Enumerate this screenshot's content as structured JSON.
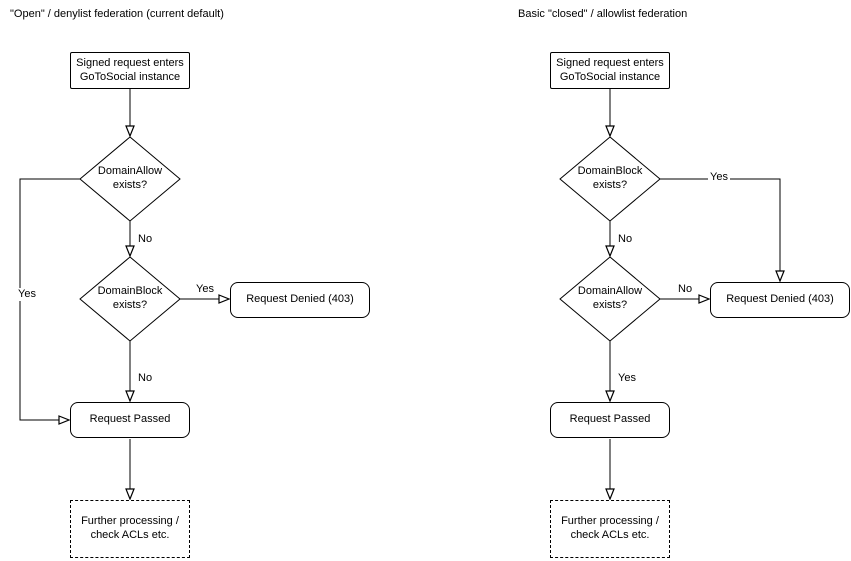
{
  "colors": {
    "stroke": "#000000",
    "fill": "#ffffff",
    "text": "#000000",
    "background": "#ffffff"
  },
  "left": {
    "title": "\"Open\" / denylist federation (current default)",
    "nodes": {
      "start": "Signed request enters GoToSocial instance",
      "decision1": "DomainAllow exists?",
      "decision2": "DomainBlock exists?",
      "denied": "Request Denied (403)",
      "passed": "Request Passed",
      "further": "Further processing / check ACLs etc."
    },
    "labels": {
      "d1_yes": "Yes",
      "d1_no": "No",
      "d2_yes": "Yes",
      "d2_no": "No"
    }
  },
  "right": {
    "title": "Basic \"closed\" / allowlist federation",
    "nodes": {
      "start": "Signed request enters GoToSocial instance",
      "decision1": "DomainBlock exists?",
      "decision2": "DomainAllow exists?",
      "denied": "Request Denied (403)",
      "passed": "Request Passed",
      "further": "Further processing / check ACLs etc."
    },
    "labels": {
      "d1_yes": "Yes",
      "d1_no": "No",
      "d2_yes": "Yes",
      "d2_no": "No"
    }
  }
}
